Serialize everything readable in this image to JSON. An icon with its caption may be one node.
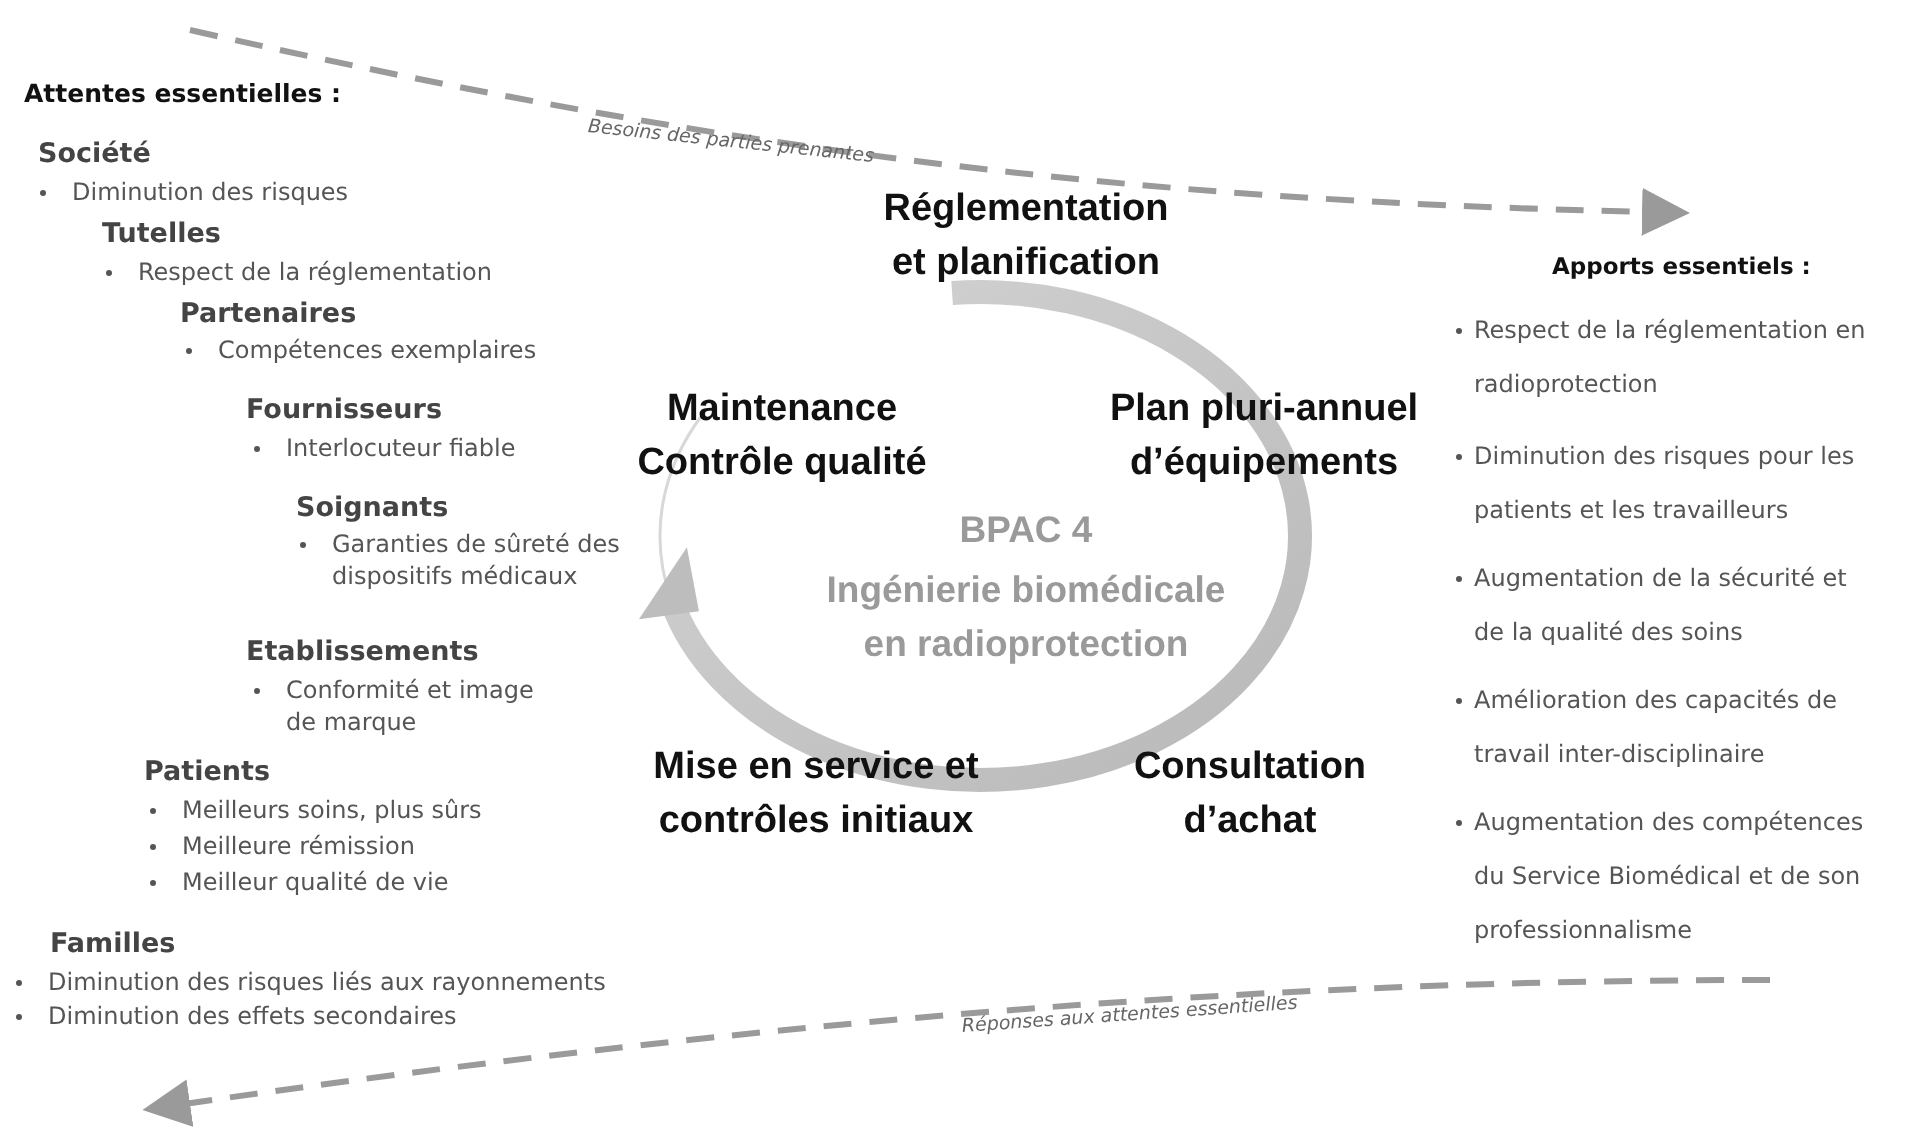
{
  "diagram": {
    "nodes": [
      {
        "text": [
          "BPAC 4",
          "Ingénierie biomédicale en radioprotection"
        ]
      }
    ],
    "labels": [
      "Attentes essentielles :",
      "Société",
      "Diminution des risques",
      "Tutelles",
      "Respect de la réglementation",
      "Partenaires",
      "Compétences exemplaires",
      "Fournisseurs",
      "Interlocuteur fiable",
      "Soignants",
      "Garanties de sûreté des dispositifs médicaux",
      "Etablissements",
      "Conformité et image de marque",
      "Patients",
      "Meilleurs soins, plus sûrs",
      "Meilleure rémission",
      "Meilleur qualité de vie",
      "Familles",
      "Diminution des risques liés aux rayonnements",
      "Diminution des effets secondaires",
      "Besoins des parties prenantes",
      "Réglementation et planification",
      "Maintenance Contrôle qualité",
      "Plan pluri-annuel d’équipements",
      "Mise en service et contrôles initiaux",
      "Consultation d’achat",
      "Apports essentiels :",
      "Respect de la réglementation en radioprotection",
      "Diminution des risques pour les patients et les travailleurs",
      "Augmentation de la sécurité et de la qualité des soins",
      "Amélioration des capacités de travail inter-disciplinaire",
      "Augmentation des compétences du Service Biomédical et de son professionnalisme",
      "Réponses aux attentes essentielles"
    ]
  }
}
